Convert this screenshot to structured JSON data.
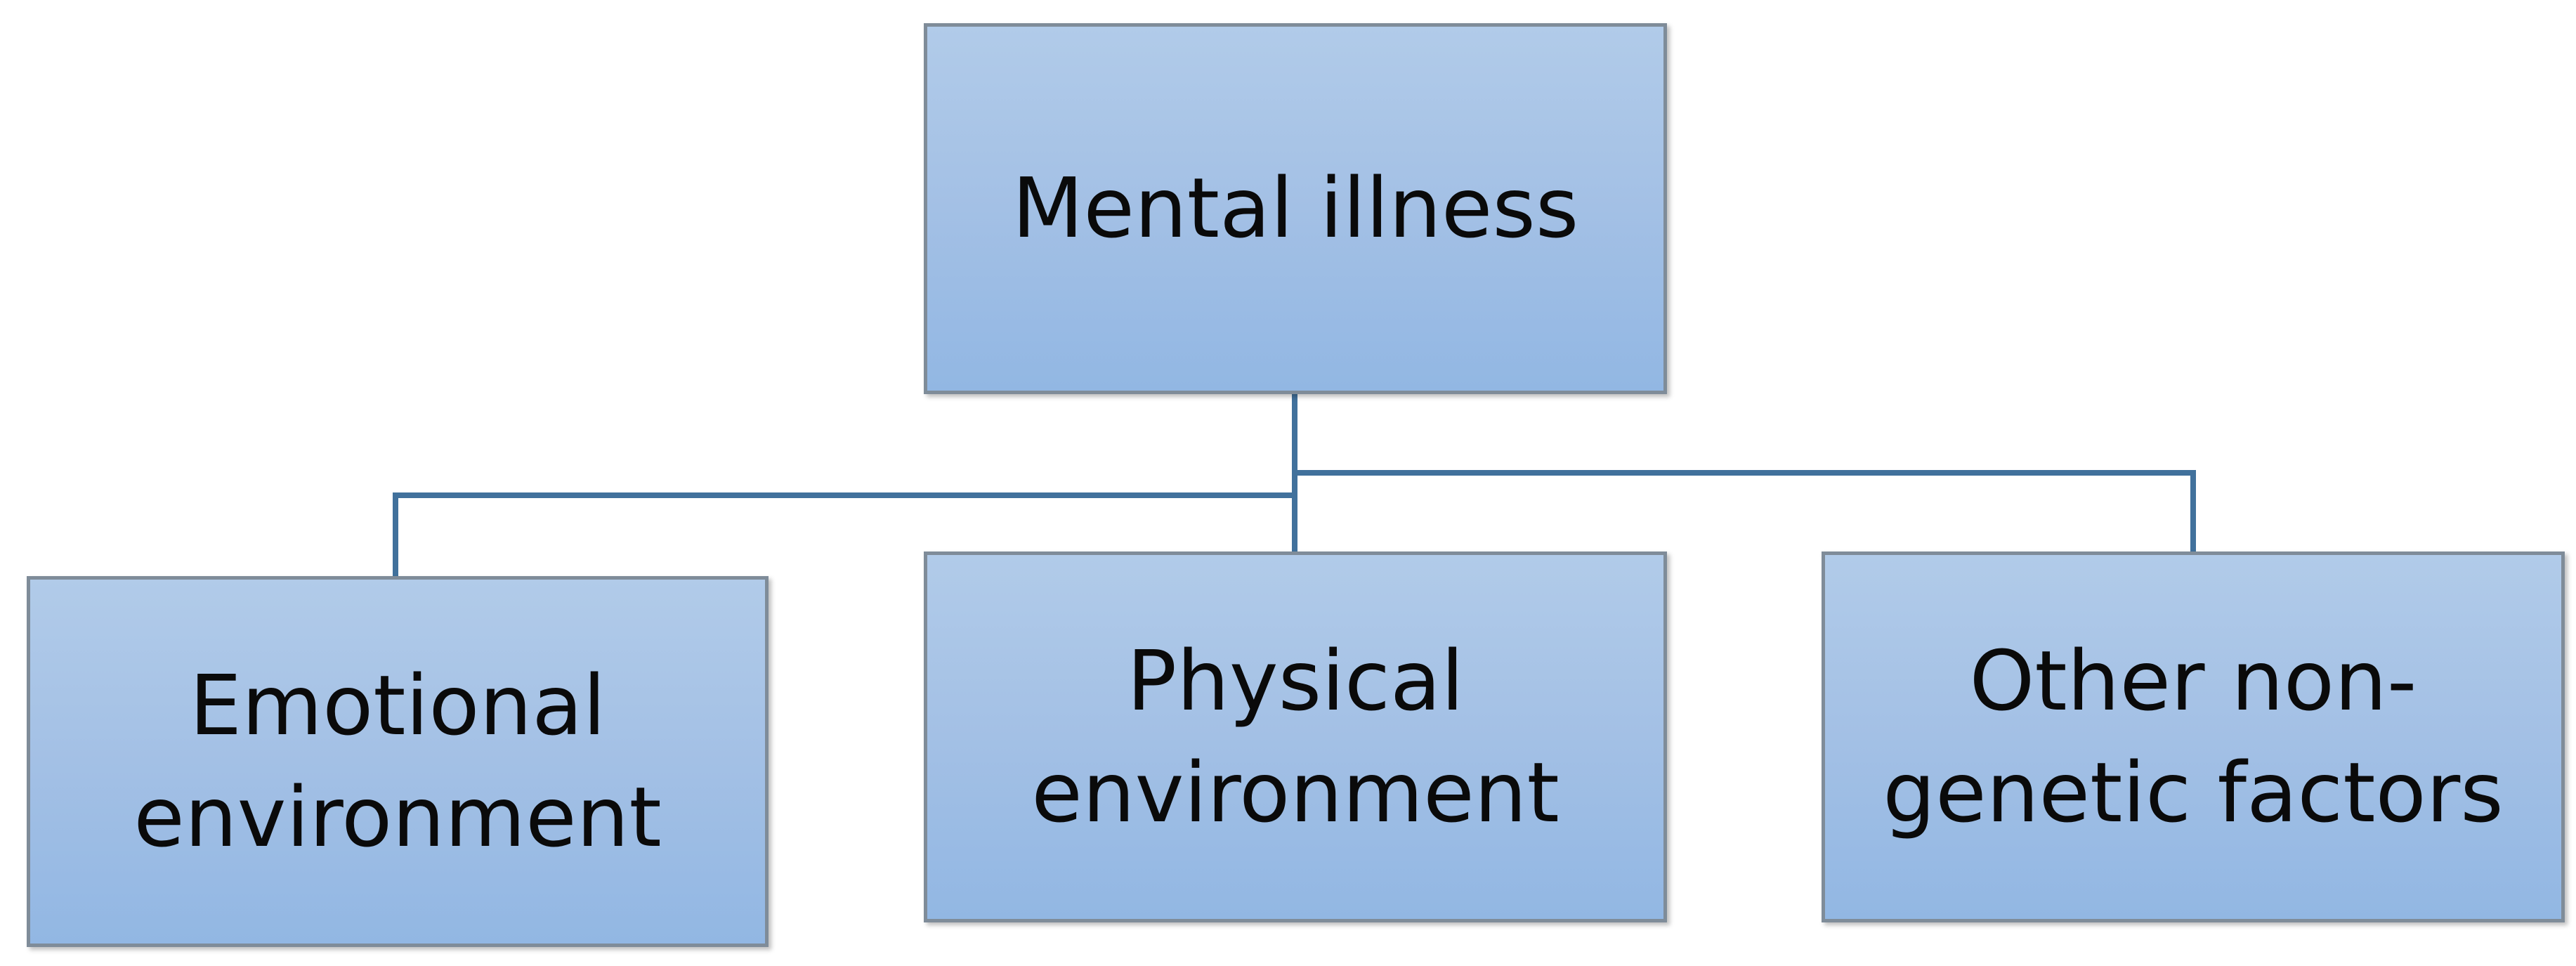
{
  "diagram": {
    "type": "org-chart",
    "connector_color": "#41719c",
    "box_fill_top": "#b1cbe9",
    "box_fill_bottom": "#92b7e3",
    "box_border": "#7f8c99",
    "root": {
      "label": "Mental illness"
    },
    "children": [
      {
        "label": "Emotional\nenvironment"
      },
      {
        "label": "Physical\nenvironment"
      },
      {
        "label": "Other non-\ngenetic factors"
      }
    ]
  }
}
